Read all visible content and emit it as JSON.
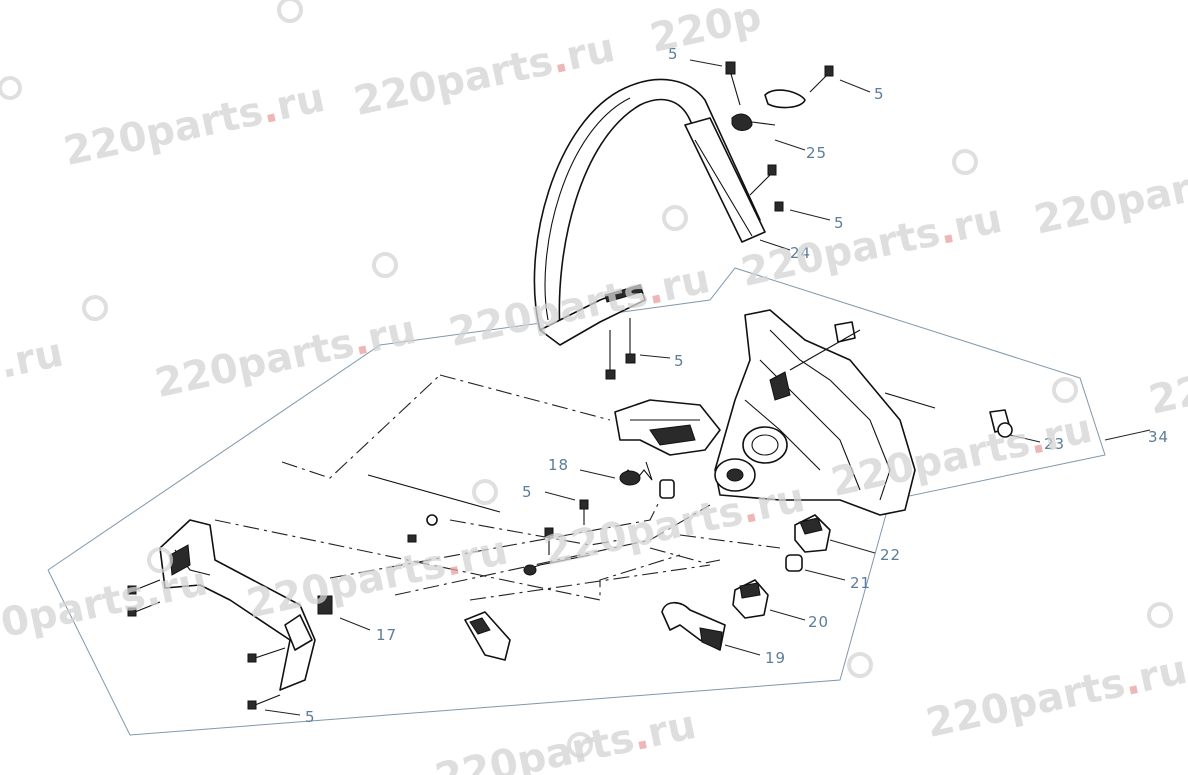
{
  "watermark": {
    "text_main": "220parts",
    "text_dot": ".",
    "text_tld": "ru",
    "partial_left": ".ru",
    "partial_left2": "0parts.ru",
    "partial_top": "220p",
    "partial_right": "220parts",
    "partial_edge": "220"
  },
  "callouts": [
    {
      "id": "c5a",
      "label": "5"
    },
    {
      "id": "c5b",
      "label": "5"
    },
    {
      "id": "c25",
      "label": "25"
    },
    {
      "id": "c5c",
      "label": "5"
    },
    {
      "id": "c24",
      "label": "24"
    },
    {
      "id": "c5d",
      "label": "5"
    },
    {
      "id": "c23",
      "label": "23"
    },
    {
      "id": "c34",
      "label": "34"
    },
    {
      "id": "c18",
      "label": "18"
    },
    {
      "id": "c5e",
      "label": "5"
    },
    {
      "id": "c22",
      "label": "22"
    },
    {
      "id": "c21",
      "label": "21"
    },
    {
      "id": "c20",
      "label": "20"
    },
    {
      "id": "c17",
      "label": "17"
    },
    {
      "id": "c19",
      "label": "19"
    },
    {
      "id": "c5f",
      "label": "5"
    }
  ],
  "colors": {
    "callout_text": "#5b7d99",
    "frame_line": "#7f98ad",
    "watermark_gray": "#d4d4d4",
    "watermark_dot": "#e8a0a0",
    "line_art": "#111111"
  }
}
